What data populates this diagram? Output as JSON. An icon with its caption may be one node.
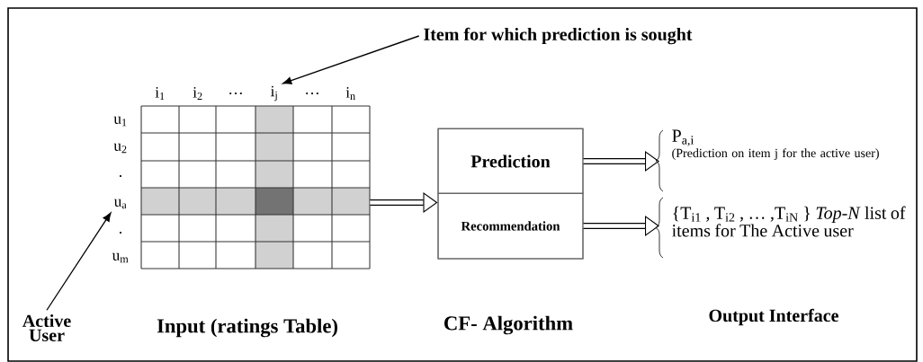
{
  "diagram": {
    "nodes": [
      {
        "text": [
          "Item for which prediction is sought"
        ]
      },
      {
        "text": [
          "i$_{j}$"
        ]
      },
      {
        "text": [
          "Active User"
        ]
      },
      {
        "text": [
          "u$_{a}$"
        ]
      },
      {
        "text": [],
        "shape": "box"
      },
      {
        "text": [],
        "shape": "box"
      },
      {
        "text": [
          "Prediction"
        ],
        "in": 5
      },
      {
        "text": [
          "Recommendation"
        ],
        "in": 5
      },
      {
        "text": [
          "P$_{a,i}$",
          "(Prediction on item j for the active user)"
        ]
      },
      {
        "text": [
          "{T$_{i1}$ , T$_{i2}$ , … ,T$_{iN}$ } *Top-N* list of items for The Active user"
        ]
      }
    ],
    "edges": [
      {
        "from": 0,
        "to": 1,
        "arrow": "to"
      },
      {
        "from": 2,
        "to": 3,
        "arrow": "to"
      },
      {
        "from": 4,
        "to": 5,
        "arrow": "to"
      },
      {
        "from": 6,
        "to": 8,
        "arrow": "to"
      },
      {
        "from": 7,
        "to": 9,
        "arrow": "to"
      }
    ],
    "labels": [
      "i$_{1}$",
      "i$_{2}$",
      "…",
      "…",
      "i$_{n}$",
      "u$_{1}$",
      "u$_{2}$",
      ".",
      ".",
      "u$_{m}$",
      "Input (ratings Table)",
      "CF- Algorithm",
      "Output Interface"
    ]
  }
}
